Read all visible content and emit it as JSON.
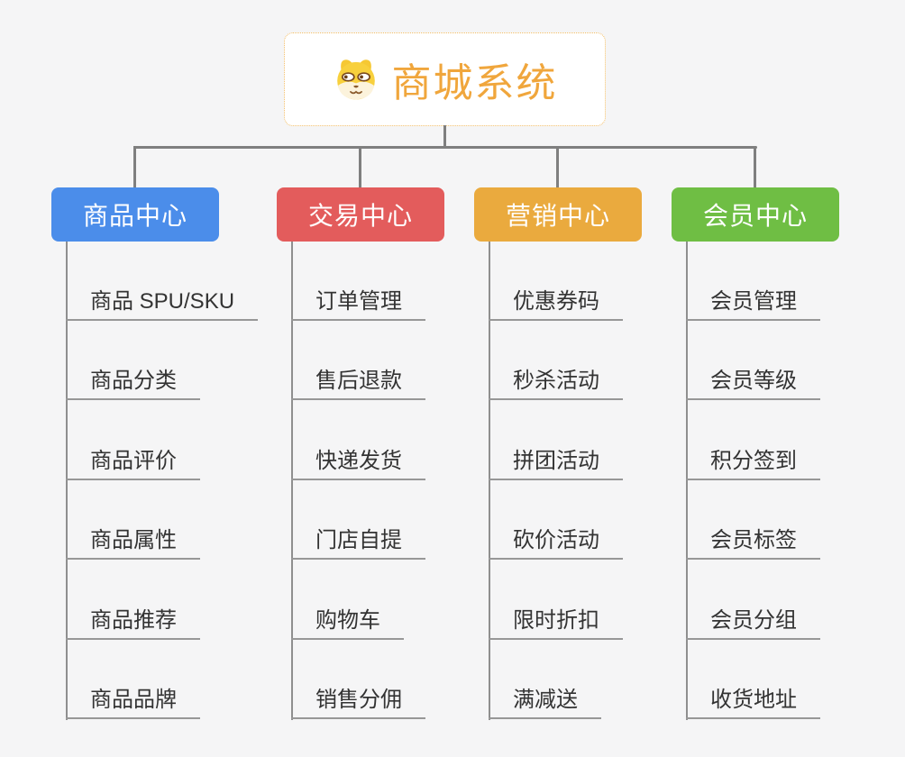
{
  "page": {
    "background": "#f5f5f6"
  },
  "root": {
    "title": "商城系统",
    "icon": "dog-face-icon",
    "text_color": "#f0a63c",
    "border_color": "#f2bd65"
  },
  "connector_color": "#7f7f7f",
  "branches": [
    {
      "label": "商品中心",
      "color": "#4b8dea",
      "items": [
        "商品 SPU/SKU",
        "商品分类",
        "商品评价",
        "商品属性",
        "商品推荐",
        "商品品牌"
      ]
    },
    {
      "label": "交易中心",
      "color": "#e35c5c",
      "items": [
        "订单管理",
        "售后退款",
        "快递发货",
        "门店自提",
        "购物车",
        "销售分佣"
      ]
    },
    {
      "label": "营销中心",
      "color": "#eaaa3e",
      "items": [
        "优惠券码",
        "秒杀活动",
        "拼团活动",
        "砍价活动",
        "限时折扣",
        "满减送"
      ]
    },
    {
      "label": "会员中心",
      "color": "#6fbe44",
      "items": [
        "会员管理",
        "会员等级",
        "积分签到",
        "会员标签",
        "会员分组",
        "收货地址"
      ]
    }
  ]
}
